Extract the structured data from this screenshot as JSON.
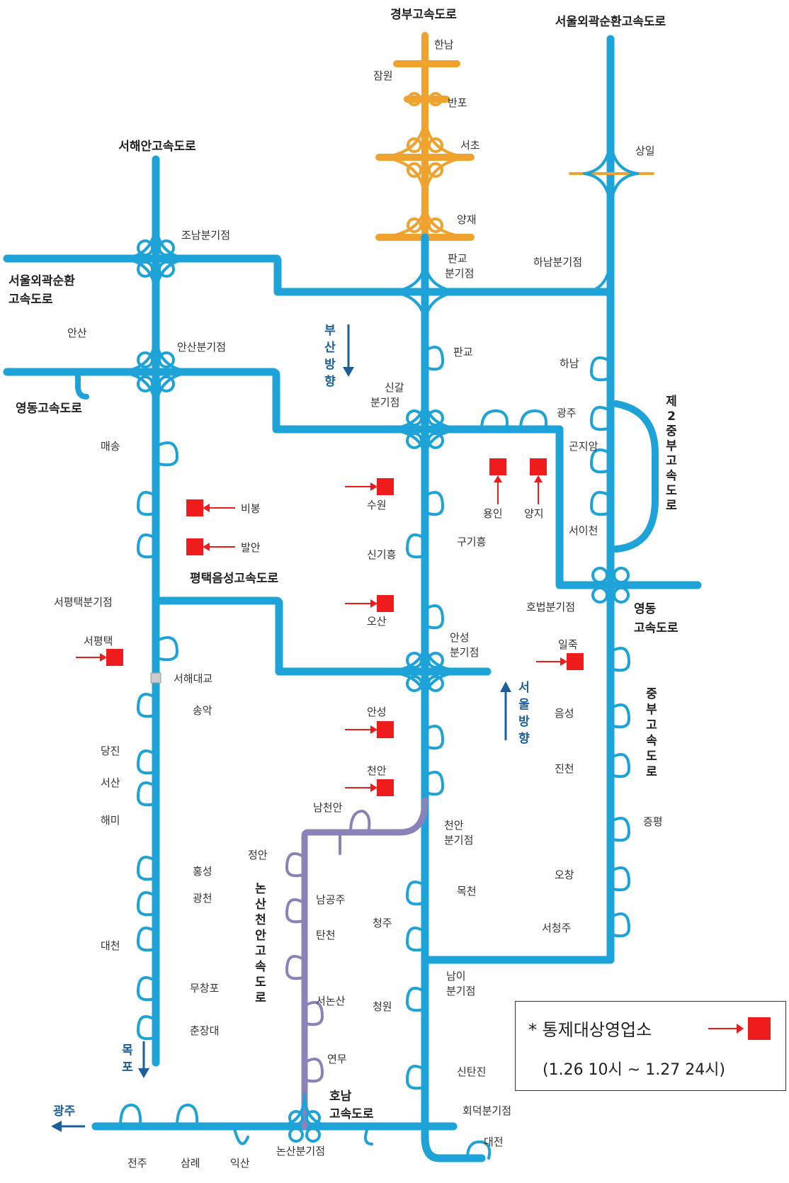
{
  "colors": {
    "highway": "#1ea3d9",
    "gyeongbu_north": "#f0a22e",
    "nonsan_cheonan": "#8a83b8",
    "control": "#ee1c1c",
    "direction": "#1b5e98"
  },
  "highways": {
    "gyeongbu": "경부고속도로",
    "seoul_ring_top": "서울외곽순환고속도로",
    "seohaean": "서해안고속도로",
    "seoul_ring_left_1": "서울외곽순환",
    "seoul_ring_left_2": "고속도로",
    "yeongdong_left": "영동고속도로",
    "pyeongtaek_eumseong": "평택음성고속도로",
    "jungbu2": [
      "제",
      "2",
      "중",
      "부",
      "고",
      "속",
      "도",
      "로"
    ],
    "yeongdong_right_1": "영동",
    "yeongdong_right_2": "고속도로",
    "jungbu": [
      "중",
      "부",
      "고",
      "속",
      "도",
      "로"
    ],
    "nonsan_cheonan": [
      "논",
      "산",
      "천",
      "안",
      "고",
      "속",
      "도",
      "로"
    ],
    "honam_1": "호남",
    "honam_2": "고속도로"
  },
  "directions": {
    "busan": [
      "부",
      "산",
      "방",
      "향"
    ],
    "seoul": [
      "서",
      "울",
      "방",
      "향"
    ],
    "mokpo": [
      "목",
      "포"
    ],
    "gwangju": "광주"
  },
  "places": {
    "hannam": "한남",
    "jamwon": "잠원",
    "banpo": "반포",
    "seocho": "서초",
    "yangjae": "양재",
    "pangyo_jc_1": "판교",
    "pangyo_jc_2": "분기점",
    "pangyo": "판교",
    "singal_1": "신갈",
    "singal_2": "분기점",
    "suwon": "수원",
    "singiheung": "신기흥",
    "gugiheung": "구기흥",
    "osan": "오산",
    "anseong_jc_1": "안성",
    "anseong_jc_2": "분기점",
    "anseong": "안성",
    "cheonan": "천안",
    "namcheonan": "남천안",
    "cheonan_jc_1": "천안",
    "cheonan_jc_2": "분기점",
    "mokcheon": "목천",
    "cheongju": "청주",
    "nami_jc_1": "남이",
    "nami_jc_2": "분기점",
    "cheongwon": "청원",
    "sintanjin": "신탄진",
    "hoedeok_jc": "회덕분기점",
    "daejeon_s": "대전",
    "sangil": "상일",
    "hanam_jc": "하남분기점",
    "hanam": "하남",
    "gwangju": "광주",
    "gonjiam": "곤지암",
    "seoicheon": "서이천",
    "hobeop_jc": "호법분기점",
    "iljuk": "일죽",
    "eumseong": "음성",
    "jincheon": "진천",
    "jeungpyeong": "증평",
    "ochang": "오창",
    "seocheongju": "서청주",
    "yongin": "용인",
    "yangji": "양지",
    "jonam_jc": "조남분기점",
    "ansan": "안산",
    "ansan_jc": "안산분기점",
    "maesong": "매송",
    "bibong": "비봉",
    "baran": "발안",
    "seopyeongtaek_jc": "서평택분기점",
    "seopyeongtaek": "서평택",
    "seohae_bridge": "서해대교",
    "songak": "송악",
    "dangjin": "당진",
    "seosan": "서산",
    "haemi": "해미",
    "hongseong": "홍성",
    "gwangcheon": "광천",
    "daecheon": "대천",
    "muchangpo": "무창포",
    "chunjangdae": "춘장대",
    "jeongan": "정안",
    "namgongju": "남공주",
    "tancheon": "탄천",
    "seononsan": "서논산",
    "yeonmu": "연무",
    "nonsan_jc": "논산분기점",
    "jeonju": "전주",
    "samrye": "삼례",
    "iksan": "익산"
  },
  "control_points": [
    "비봉",
    "발안",
    "서평택",
    "수원",
    "오산",
    "안성",
    "천안",
    "용인",
    "양지",
    "일죽"
  ],
  "legend": {
    "title": "* 통제대상영업소",
    "period": "(1.26 10시 ~ 1.27 24시)"
  }
}
